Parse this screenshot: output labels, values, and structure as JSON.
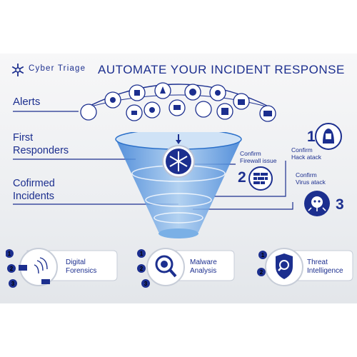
{
  "brand": {
    "name": "Cyber Triage"
  },
  "headline": "AUTOMATE YOUR INCIDENT RESPONSE",
  "stages": {
    "alerts": "Alerts",
    "first_responders": [
      "First",
      "Responders"
    ],
    "confirmed_incidents": [
      "Cofirmed",
      "Incidents"
    ]
  },
  "confirmations": [
    {
      "number": "1",
      "lines": [
        "Confirm",
        "Hack atack"
      ]
    },
    {
      "number": "2",
      "lines": [
        "Confirm",
        "Firewall issue"
      ]
    },
    {
      "number": "3",
      "lines": [
        "Confirm",
        "Virus atack"
      ]
    }
  ],
  "tools": [
    {
      "lines": [
        "Digital",
        "Forensics"
      ],
      "steps": [
        "1",
        "2",
        "3"
      ]
    },
    {
      "lines": [
        "Malware",
        "Analysis"
      ],
      "steps": [
        "1",
        "2",
        "3"
      ]
    },
    {
      "lines": [
        "Threat",
        "Intelligence"
      ],
      "steps": [
        "1",
        "2"
      ]
    }
  ],
  "alert_icons": [
    "fingerprint-icon",
    "user-id-icon",
    "network-icon",
    "search-document-icon",
    "email-icon",
    "alert-icon",
    "chess-knight-icon",
    "folder-icon",
    "globe-icon",
    "link-icon",
    "biohazard-icon",
    "chip-icon",
    "lock-icon",
    "mail-search-icon"
  ],
  "colors": {
    "primary": "#1c2f8f",
    "funnel_light": "#9fc3ea",
    "funnel_dark": "#2a6fc9",
    "background": "#eceef1"
  }
}
